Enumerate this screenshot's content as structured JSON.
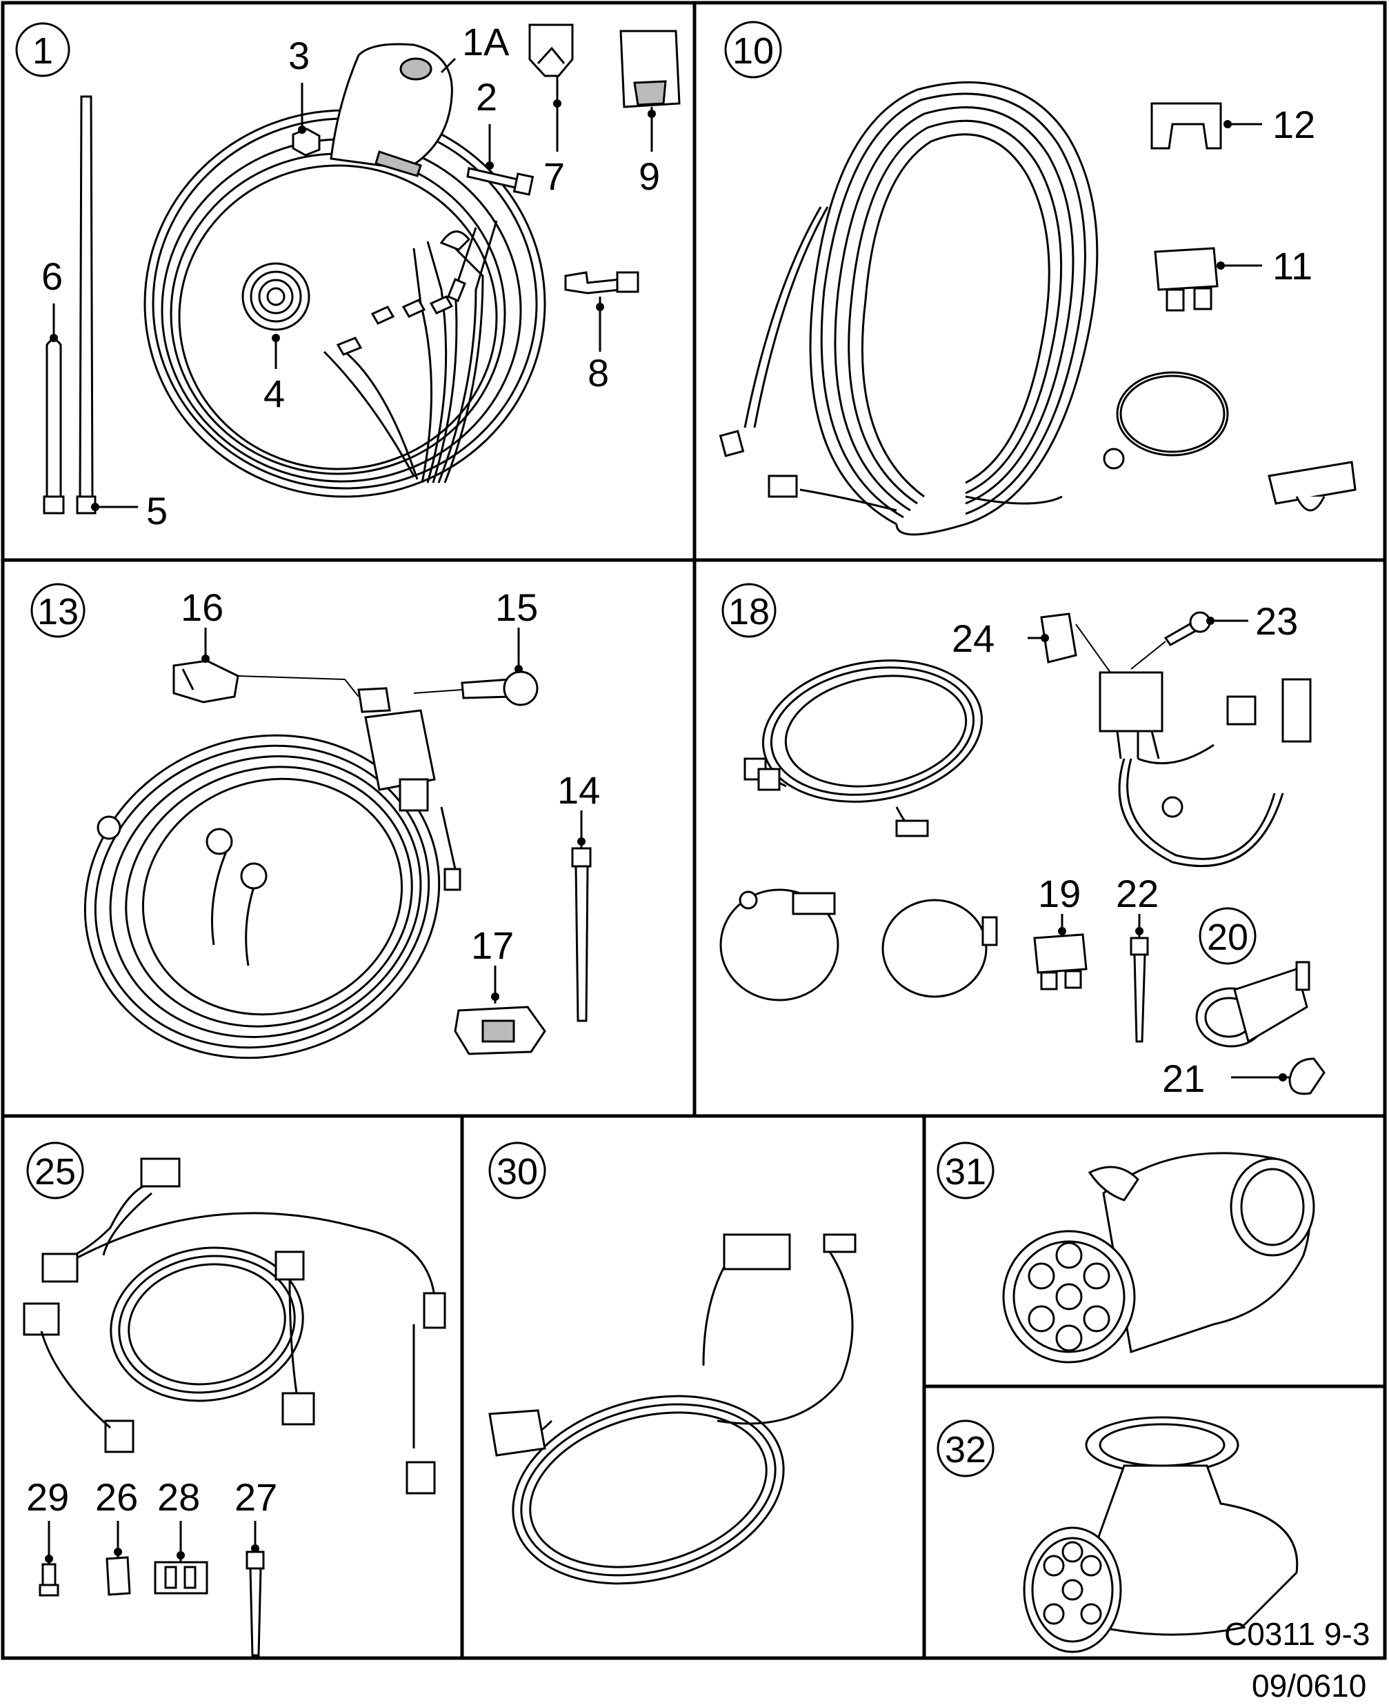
{
  "panels": [
    {
      "id": "1"
    },
    {
      "id": "10"
    },
    {
      "id": "13"
    },
    {
      "id": "18"
    },
    {
      "id": "25"
    },
    {
      "id": "30"
    },
    {
      "id": "31"
    },
    {
      "id": "32"
    }
  ],
  "callouts": {
    "c1A": "1A",
    "c2": "2",
    "c3": "3",
    "c4": "4",
    "c5": "5",
    "c6": "6",
    "c7": "7",
    "c8": "8",
    "c9": "9",
    "c11": "11",
    "c12": "12",
    "c14": "14",
    "c15": "15",
    "c16": "16",
    "c17": "17",
    "c19": "19",
    "c20": "20",
    "c21": "21",
    "c22": "22",
    "c23": "23",
    "c24": "24",
    "c26": "26",
    "c27": "27",
    "c28": "28",
    "c29": "29"
  },
  "footer": {
    "drawing_code": "C0311 9-3",
    "date_code": "09/0610"
  }
}
